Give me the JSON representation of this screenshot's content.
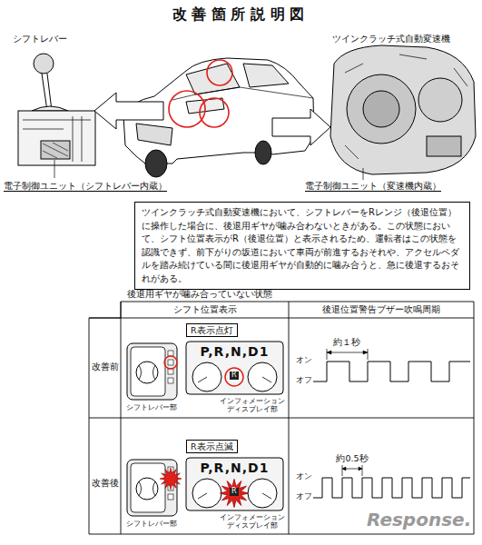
{
  "diagram": {
    "title": "改 善 箇 所 説 明 図",
    "nodes": [
      {
        "text": [
          "ツインクラッチ式自動変速機において、シフトレバーをRレンジ（後退位置）に操作した場合に、後退用ギヤが噛み合わないときがある。この状態において、シフト位置表示がR（後退位置）と表示されるため、運転者はこの状態を認識できず、前下がりの坂道において車両が前進するおそれや、アクセルペダルを踏み続けている間に後退用ギヤが自動的に噛み合うと、急に後退するおそれがある。"
        ]
      },
      {
        "text": [
          "R表示点灯"
        ]
      },
      {
        "text": [
          "R表示点滅"
        ]
      }
    ],
    "labels": [
      "シフトレバー",
      "ツインクラッチ式自動変速機",
      "電子制御ユニット（シフトレバー内蔵）",
      "電子制御ユニット（変速機内蔵）",
      "後退用ギヤが噛み合っていない状態",
      "シフト位置表示",
      "後退位置警告ブザー吹鳴周期",
      "改善前",
      "P,R,N,D1",
      "R",
      "シフトレバー部",
      "インフォメーション ディスプレイ部",
      "オン",
      "オフ",
      "約１秒",
      "改善後",
      "P,R,N,D1",
      "R",
      "シフトレバー部",
      "インフォメーション ディスプレイ部",
      "オン",
      "オフ",
      "約0.5秒",
      "Response."
    ]
  }
}
